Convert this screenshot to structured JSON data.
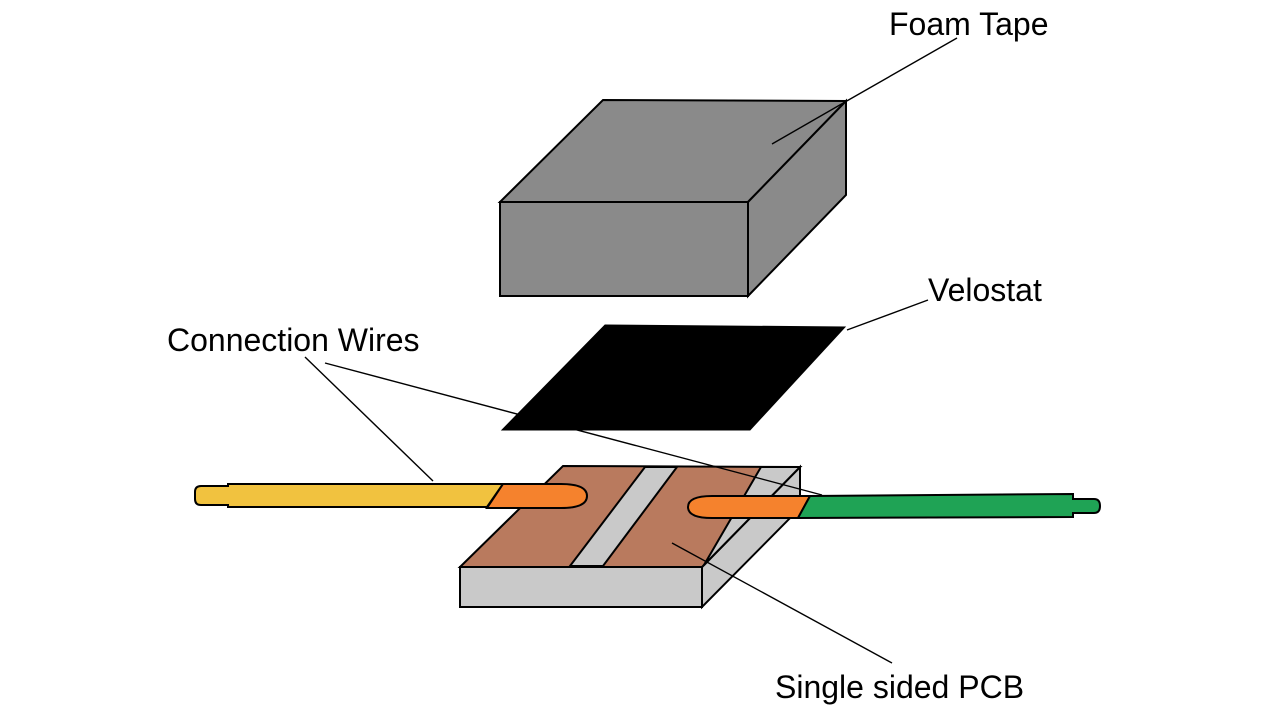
{
  "labels": {
    "foam_tape": "Foam Tape",
    "velostat": "Velostat",
    "connection_wires": "Connection Wires",
    "single_sided_pcb": "Single sided PCB"
  },
  "colors": {
    "background": "#ffffff",
    "outline": "#000000",
    "leader_line": "#000000",
    "foam_tape": "#8a8a8a",
    "velostat": "#000000",
    "pcb_copper": "#b97a5e",
    "pcb_substrate": "#c9c9c9",
    "wire_yellow_insulation": "#f1c23f",
    "wire_exposed_orange": "#f5822d",
    "wire_green_insulation": "#1fa355"
  }
}
